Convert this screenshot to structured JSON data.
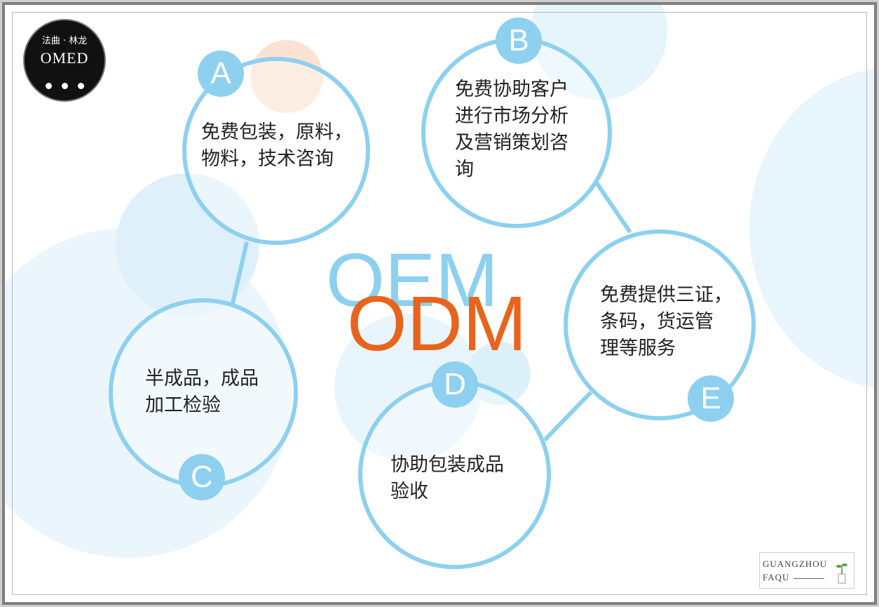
{
  "logo": {
    "top_text": "法曲 · 林龙",
    "mid_text": "OMED"
  },
  "center": {
    "oem": "OEM",
    "odm": "ODM"
  },
  "nodes": [
    {
      "badge": "A",
      "text": "免费包装，原料，\n物料，技术咨询"
    },
    {
      "badge": "B",
      "text": "免费协助客户\n进行市场分析\n及营销策划咨\n询"
    },
    {
      "badge": "C",
      "text": "半成品，成品\n加工检验"
    },
    {
      "badge": "D",
      "text": "协助包装成品\n验收"
    },
    {
      "badge": "E",
      "text": "免费提供三证，\n条码，货运管\n理等服务"
    }
  ],
  "watermark": {
    "line1": "GUANGZHOU",
    "line2": "FAQU"
  },
  "colors": {
    "ring": "#8dd0f0",
    "odm": "#e8641c",
    "oem": "#8dd0f0",
    "peach": "#fbe3d4",
    "bg_bubble": "#e8f5fc"
  }
}
